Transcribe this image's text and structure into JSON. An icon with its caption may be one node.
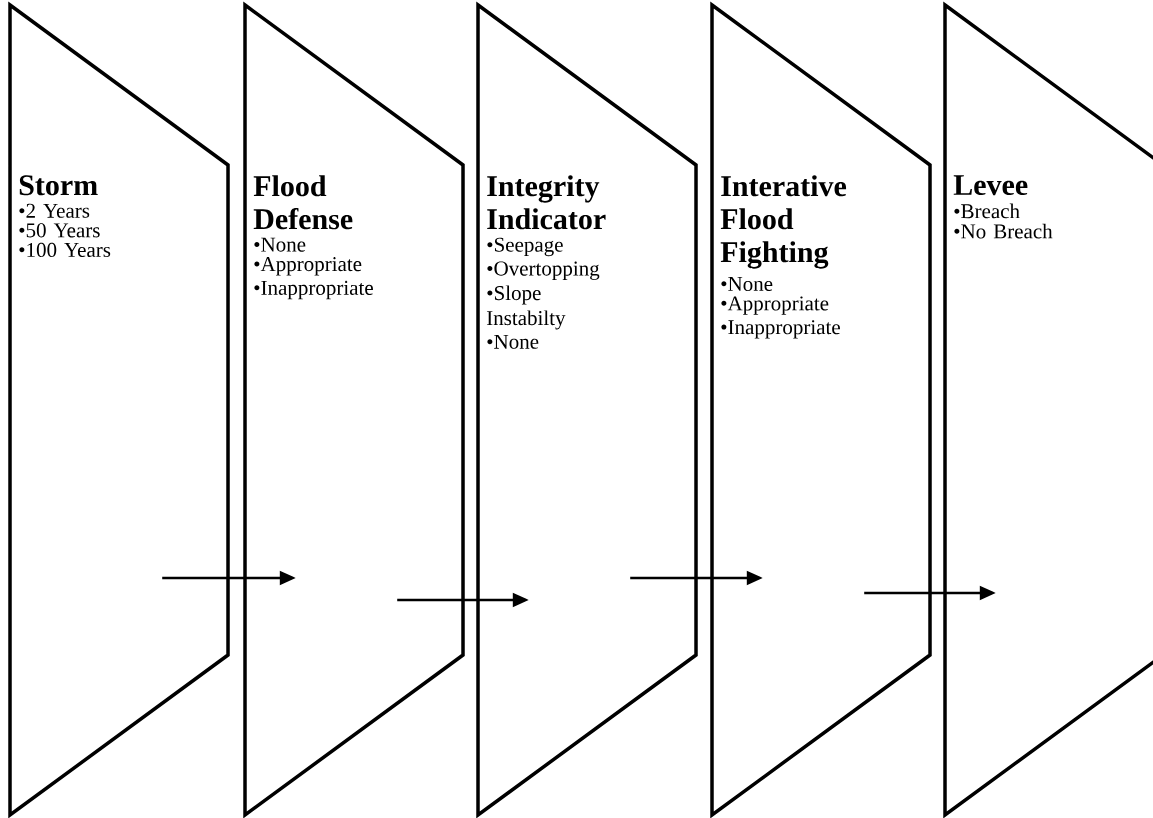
{
  "diagram": {
    "nodes": [
      {
        "text": [
          "Storm",
          "•2 Years",
          "•50 Years",
          "•100 Years"
        ]
      },
      {
        "text": [
          "Flood Defense",
          "•None",
          "•Appropriate",
          "•Inappropriate"
        ]
      },
      {
        "text": [
          "Integrity Indicator",
          "•Seepage",
          "•Overtopping",
          "•Slope Instabilty",
          "•None"
        ]
      },
      {
        "text": [
          "Interative Flood Fighting",
          "•None",
          "•Appropriate",
          "•Inappropriate"
        ]
      },
      {
        "text": [
          "Levee",
          "•Breach",
          "•No Breach"
        ]
      }
    ],
    "edges": [
      {
        "from": 0,
        "to": 1,
        "arrow": "to"
      },
      {
        "from": 1,
        "to": 2,
        "arrow": "to"
      },
      {
        "from": 2,
        "to": 3,
        "arrow": "to"
      },
      {
        "from": 3,
        "to": 4,
        "arrow": "to"
      }
    ]
  }
}
